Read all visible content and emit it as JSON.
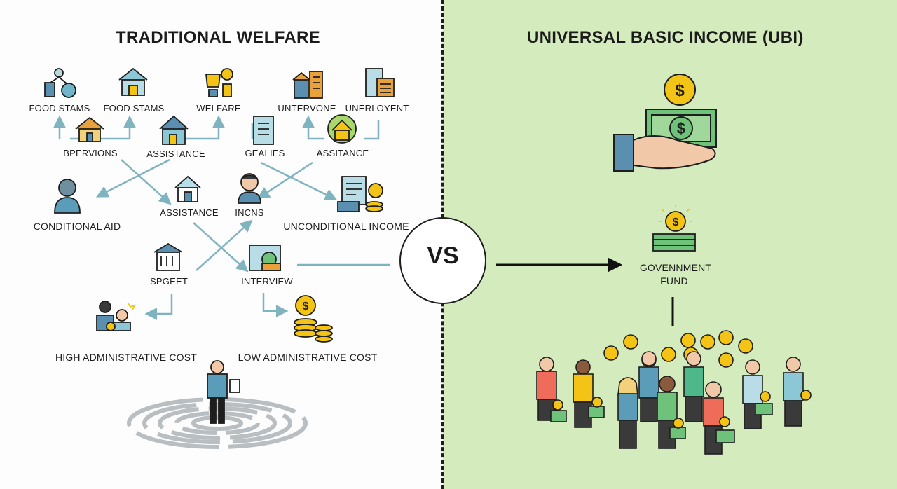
{
  "left": {
    "title": "TRADITIONAL WELFARE",
    "labels": {
      "food_stamps_1": "FOOD STAMS",
      "food_stamps_2": "FOOD STAMS",
      "welfare": "WELFARE",
      "unemployment_1": "UNTERVONE",
      "unemployment_2": "UNERLOYENT",
      "bperviews": "BPERVIONS",
      "assistance_1": "ASSISTANCE",
      "genues": "GEALIES",
      "assistance_2": "ASSITANCE",
      "conditional_aid": "CONDITIONAL AID",
      "assistance_3": "ASSISTANCE",
      "incns": "INCNS",
      "unconditional_income": "UNCONDITIONAL INCOME",
      "spgeet": "SPGEET",
      "interview": "INTERVIEW",
      "high_admin_cost": "HIGH ADMINISTRATIVE COST",
      "low_admin_cost": "LOW ADMINISTRATIVE COST"
    }
  },
  "center": {
    "vs": "VS"
  },
  "right": {
    "title": "UNIVERSAL BASIC INCOME (UBI)",
    "fund_line1": "GOVENNMENT",
    "fund_line2": "FUND"
  },
  "colors": {
    "left_bg": "#fdfdfd",
    "right_bg": "#d3ebbd",
    "arrow_teal": "#7fb3bf",
    "coin_gold": "#f3c316",
    "cash_green": "#6fc27a",
    "outline": "#1e1e1e"
  },
  "icons": [
    "apple-ingredients-icon",
    "house-icon",
    "trophy-coin-icon",
    "buildings-icon",
    "clipboard-icon",
    "hut-icon",
    "house-icon",
    "document-icon",
    "house-coin-icon",
    "person-icon",
    "house-icon",
    "person-icon",
    "document-coins-icon",
    "building-icon",
    "interview-icon",
    "people-coin-icon",
    "coin-stack-icon",
    "person-maze-icon",
    "hand-money-icon",
    "fund-icon",
    "crowd-icon"
  ]
}
